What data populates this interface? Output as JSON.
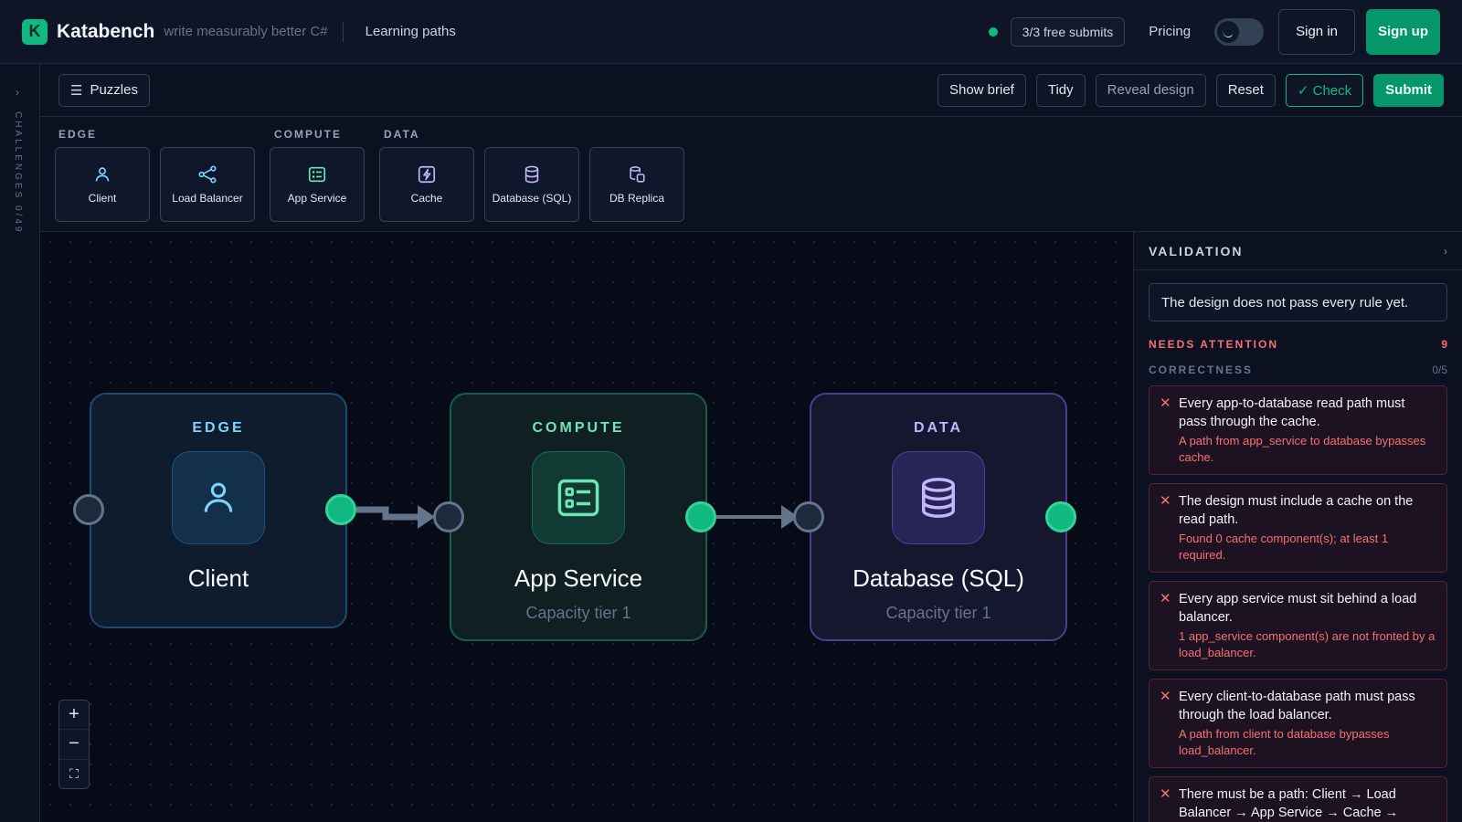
{
  "header": {
    "logo_letter": "K",
    "app_name": "Katabench",
    "tagline": "write measurably better C#",
    "nav_link": "Learning paths",
    "submits_badge": "3/3 free submits",
    "pricing": "Pricing",
    "sign_in": "Sign in",
    "sign_up": "Sign up",
    "status_color": "#10b981"
  },
  "rail": {
    "label": "CHALLENGES 0/49"
  },
  "toolbar": {
    "puzzles": "Puzzles",
    "show_brief": "Show brief",
    "tidy": "Tidy",
    "reveal_design": "Reveal design",
    "reset": "Reset",
    "check": "✓ Check",
    "submit": "Submit"
  },
  "palette": {
    "groups": [
      {
        "label": "EDGE"
      },
      {
        "label": "COMPUTE"
      },
      {
        "label": "DATA"
      }
    ],
    "items": [
      {
        "label": "Client",
        "icon": "user-icon"
      },
      {
        "label": "Load Balancer",
        "icon": "share-nodes-icon"
      },
      {
        "label": "App Service",
        "icon": "list-box-icon"
      },
      {
        "label": "Cache",
        "icon": "lightning-box-icon"
      },
      {
        "label": "Database (SQL)",
        "icon": "database-icon"
      },
      {
        "label": "DB Replica",
        "icon": "database-replica-icon"
      }
    ]
  },
  "canvas": {
    "nodes": [
      {
        "category": "EDGE",
        "title": "Client",
        "subtitle": "",
        "icon": "user-icon",
        "accent": "#7dd3fc"
      },
      {
        "category": "COMPUTE",
        "title": "App Service",
        "subtitle": "Capacity tier 1",
        "icon": "list-box-icon",
        "accent": "#6ee7b7"
      },
      {
        "category": "DATA",
        "title": "Database (SQL)",
        "subtitle": "Capacity tier 1",
        "icon": "database-icon",
        "accent": "#c4b5fd"
      }
    ],
    "zoom_in": "+",
    "zoom_out": "−",
    "fit": "⛶"
  },
  "validation": {
    "title": "VALIDATION",
    "verdict": "The design does not pass every rule yet.",
    "needs_attention_label": "NEEDS ATTENTION",
    "needs_attention_count": "9",
    "correctness_label": "CORRECTNESS",
    "correctness_score": "0/5",
    "rules": [
      {
        "title": "Every app-to-database read path must pass through the cache.",
        "detail": "A path from app_service to database bypasses cache."
      },
      {
        "title": "The design must include a cache on the read path.",
        "detail": "Found 0 cache component(s); at least 1 required."
      },
      {
        "title": "Every app service must sit behind a load balancer.",
        "detail": "1 app_service component(s) are not fronted by a load_balancer."
      },
      {
        "title": "Every client-to-database path must pass through the load balancer.",
        "detail": "A path from client to database bypasses load_balancer."
      },
      {
        "title": "There must be a path: Client → Load Balancer → App Service → Cache →",
        "detail": ""
      }
    ]
  }
}
